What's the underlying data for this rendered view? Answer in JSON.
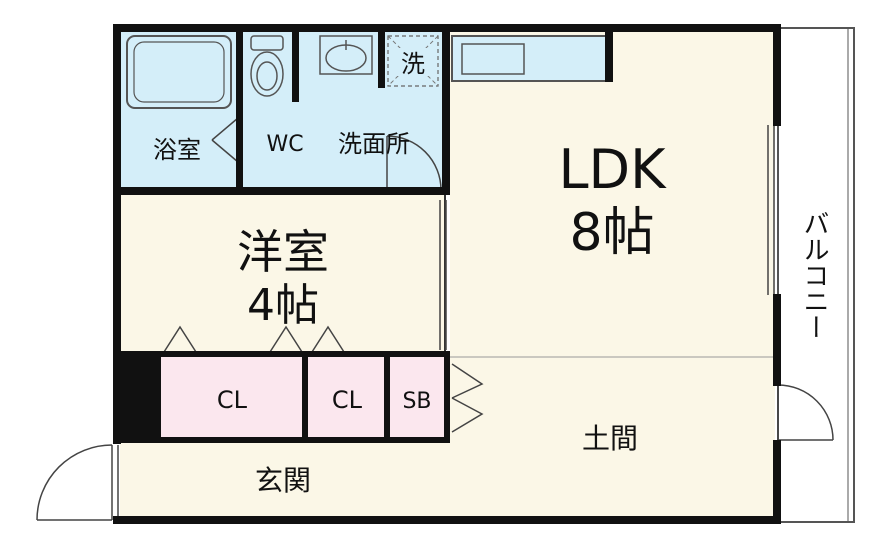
{
  "rooms": {
    "bath": "浴室",
    "wc": "WC",
    "washroom": "洗面所",
    "washer": "洗",
    "western_name": "洋室",
    "western_size": "4帖",
    "ldk_name": "LDK",
    "ldk_size": "8帖",
    "balcony": "バルコニー",
    "closet_1": "CL",
    "closet_2": "CL",
    "shoe_box": "SB",
    "doma": "土間",
    "entrance": "玄関"
  },
  "colors": {
    "wall": "#111111",
    "wet_area": "#d4eef9",
    "room": "#fbf7e7",
    "closet": "#fbe7ee",
    "line": "#333333"
  }
}
